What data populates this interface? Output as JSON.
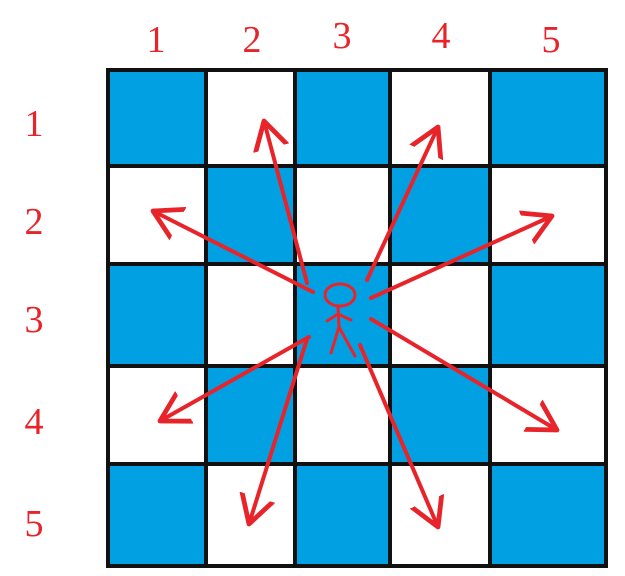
{
  "column_labels": [
    "1",
    "2",
    "3",
    "4",
    "5"
  ],
  "row_labels": [
    "1",
    "2",
    "3",
    "4",
    "5"
  ],
  "colors": {
    "blue": "#00a0e3",
    "white": "#ffffff",
    "grid": "#111111",
    "annotation": "#e8242b"
  },
  "grid": {
    "rows": 5,
    "cols": 5,
    "pattern": [
      [
        "blue",
        "white",
        "blue",
        "white",
        "blue"
      ],
      [
        "white",
        "blue",
        "white",
        "blue",
        "white"
      ],
      [
        "blue",
        "white",
        "blue",
        "white",
        "blue"
      ],
      [
        "white",
        "blue",
        "white",
        "blue",
        "white"
      ],
      [
        "blue",
        "white",
        "blue",
        "white",
        "blue"
      ]
    ]
  },
  "figure_cell": {
    "row": 3,
    "col": 3
  },
  "arrows": [
    {
      "direction": "up-left-steep"
    },
    {
      "direction": "up-right-steep"
    },
    {
      "direction": "left-up-shallow"
    },
    {
      "direction": "right-up-shallow"
    },
    {
      "direction": "left-down-shallow"
    },
    {
      "direction": "right-down-shallow"
    },
    {
      "direction": "down-left-steep"
    },
    {
      "direction": "down-right-steep"
    }
  ]
}
